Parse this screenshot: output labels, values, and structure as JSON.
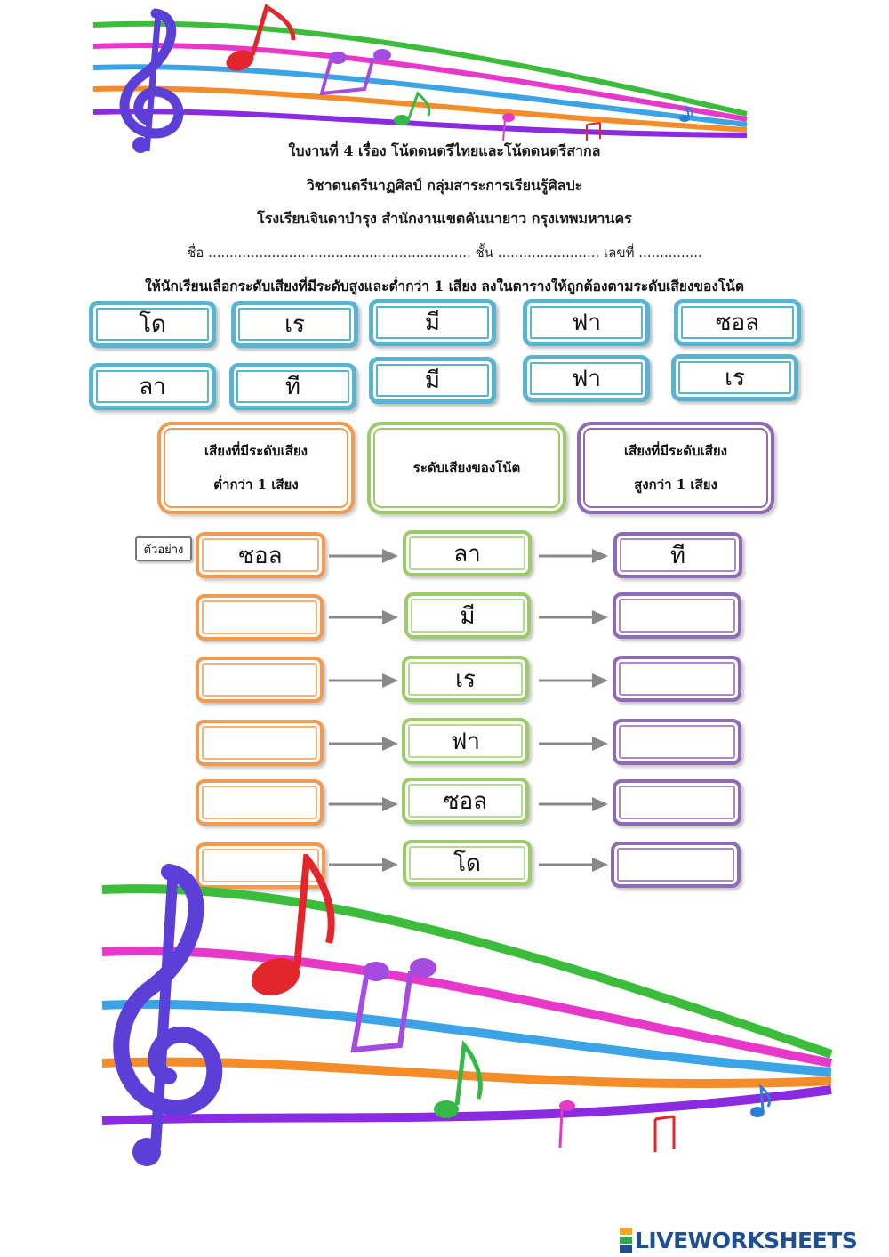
{
  "header": {
    "line1": "ใบงานที่ 4  เรื่อง  โน้ตดนตรีไทยและโน้ตดนตรีสากล",
    "line2": "วิชาดนตรีนาฏศิลป์  กลุ่มสาระการเรียนรู้ศิลปะ",
    "line3": "โรงเรียนจินดาบำรุง  สำนักงานเขตคันนายาว  กรุงเทพมหานคร",
    "name_label": "ชื่อ",
    "class_label": "ชั้น",
    "number_label": "เลขที่",
    "name_dots": "..............................................................",
    "class_dots": "........................",
    "number_dots": "..............."
  },
  "instruction": "ให้นักเรียนเลือกระดับเสียงที่มีระดับสูงและต่ำกว่า  1  เสียง ลงในตารางให้ถูกต้องตามระดับเสียงของโน้ต",
  "choices": [
    "โด",
    "เร",
    "มี",
    "ฟา",
    "ซอล",
    "ลา",
    "ที",
    "มี",
    "ฟา",
    "เร"
  ],
  "columns": {
    "lower_line1": "เสียงที่มีระดับเสียง",
    "lower_line2": "ต่ำกว่า  1  เสียง",
    "note": "ระดับเสียงของโน้ต",
    "higher_line1": "เสียงที่มีระดับเสียง",
    "higher_line2": "สูงกว่า  1  เสียง"
  },
  "example_label": "ตัวอย่าง",
  "rows": [
    {
      "lower": "ซอล",
      "note": "ลา",
      "higher": "ที"
    },
    {
      "lower": "",
      "note": "มี",
      "higher": ""
    },
    {
      "lower": "",
      "note": "เร",
      "higher": ""
    },
    {
      "lower": "",
      "note": "ฟา",
      "higher": ""
    },
    {
      "lower": "",
      "note": "ซอล",
      "higher": ""
    },
    {
      "lower": "",
      "note": "โด",
      "higher": ""
    }
  ],
  "brand": "LIVEWORKSHEETS",
  "colors": {
    "choice_border": "#5ab4cf",
    "orange": "#f39a4e",
    "green": "#9ccb6a",
    "purple": "#8e6bb4",
    "brand": "#1d4f91"
  }
}
